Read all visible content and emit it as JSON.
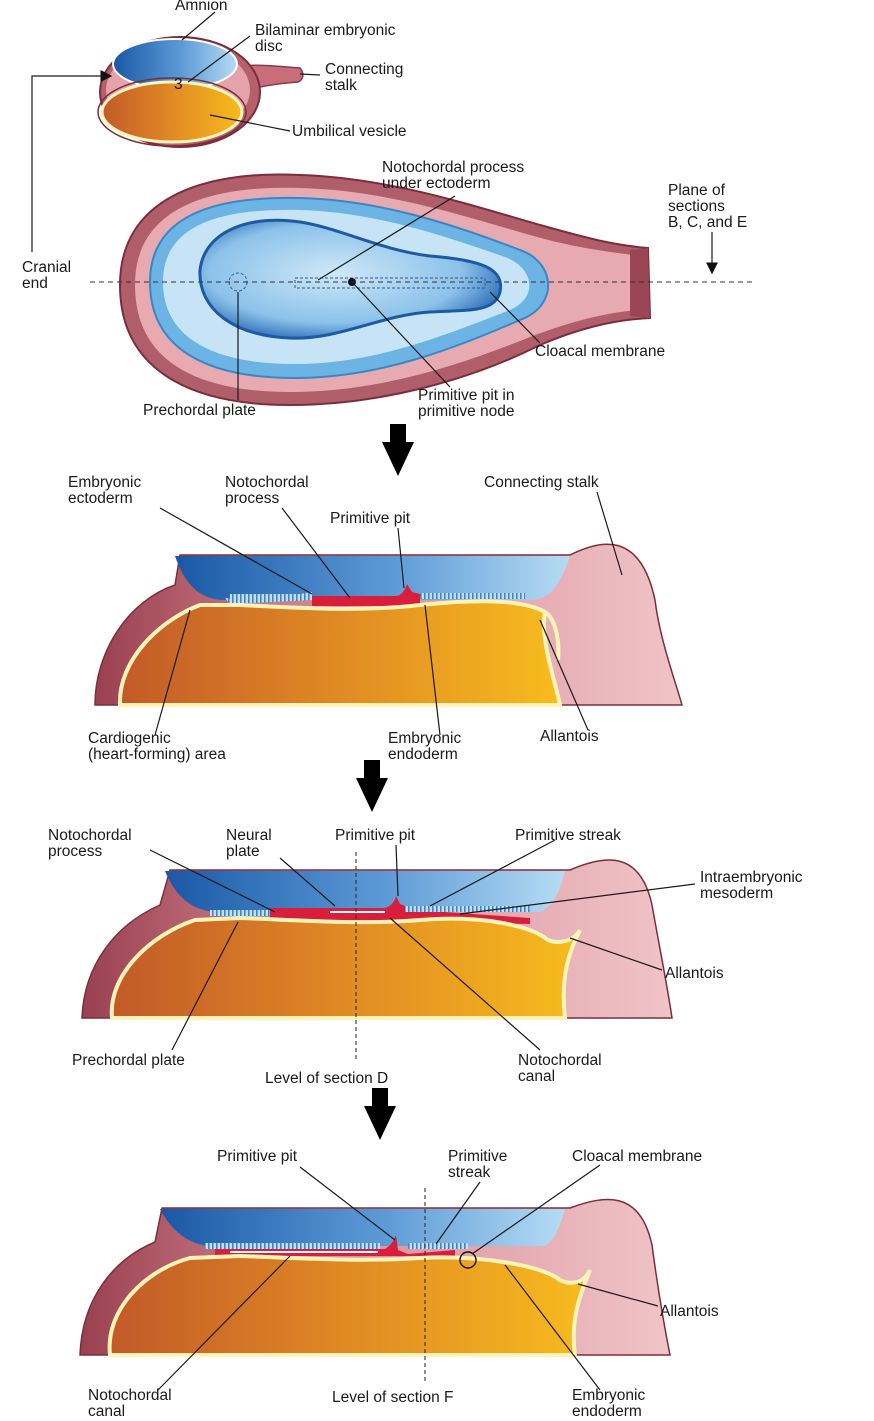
{
  "colors": {
    "amnion_outer": "#a8505c",
    "amnion_pink": "#e8a4ac",
    "amniotic_blue_dark": "#1f5fa8",
    "amniotic_blue_light": "#a8d4f0",
    "yolk_dark": "#c8602a",
    "yolk_light": "#f6b820",
    "yolk_rim": "#fff4b8",
    "notochord_red": "#d81e3c",
    "ectoderm_stripe": "#5a9ad0"
  },
  "panel_a": {
    "amnion": "Amnion",
    "disc": [
      "Bilaminar embryonic",
      "disc"
    ],
    "disc_number": "3",
    "stalk": [
      "Connecting",
      "stalk"
    ],
    "vesicle": "Umbilical vesicle",
    "notochordal": [
      "Notochordal process",
      "under ectoderm"
    ],
    "plane": [
      "Plane of",
      "sections",
      "B, C, and E"
    ],
    "cranial": [
      "Cranial",
      "end"
    ],
    "cloacal": "Cloacal membrane",
    "prechordal": "Prechordal plate",
    "pit": [
      "Primitive pit in",
      "primitive node"
    ]
  },
  "panel_b": {
    "ectoderm": [
      "Embryonic",
      "ectoderm"
    ],
    "notochordal": [
      "Notochordal",
      "process"
    ],
    "pit": "Primitive pit",
    "stalk": "Connecting stalk",
    "cardiogenic": [
      "Cardiogenic",
      "(heart-forming) area"
    ],
    "endoderm": [
      "Embryonic",
      "endoderm"
    ],
    "allantois": "Allantois"
  },
  "panel_c": {
    "notochordal": [
      "Notochordal",
      "process"
    ],
    "neural": [
      "Neural",
      "plate"
    ],
    "pit": "Primitive pit",
    "streak": "Primitive streak",
    "mesoderm": [
      "Intraembryonic",
      "mesoderm"
    ],
    "allantois": "Allantois",
    "prechordal": "Prechordal plate",
    "level": "Level of section D",
    "canal": [
      "Notochordal",
      "canal"
    ]
  },
  "panel_d": {
    "pit": "Primitive pit",
    "streak": [
      "Primitive",
      "streak"
    ],
    "cloacal": "Cloacal membrane",
    "allantois": "Allantois",
    "canal": [
      "Notochordal",
      "canal"
    ],
    "level": "Level of section F",
    "endoderm": [
      "Embryonic",
      "endoderm"
    ]
  }
}
